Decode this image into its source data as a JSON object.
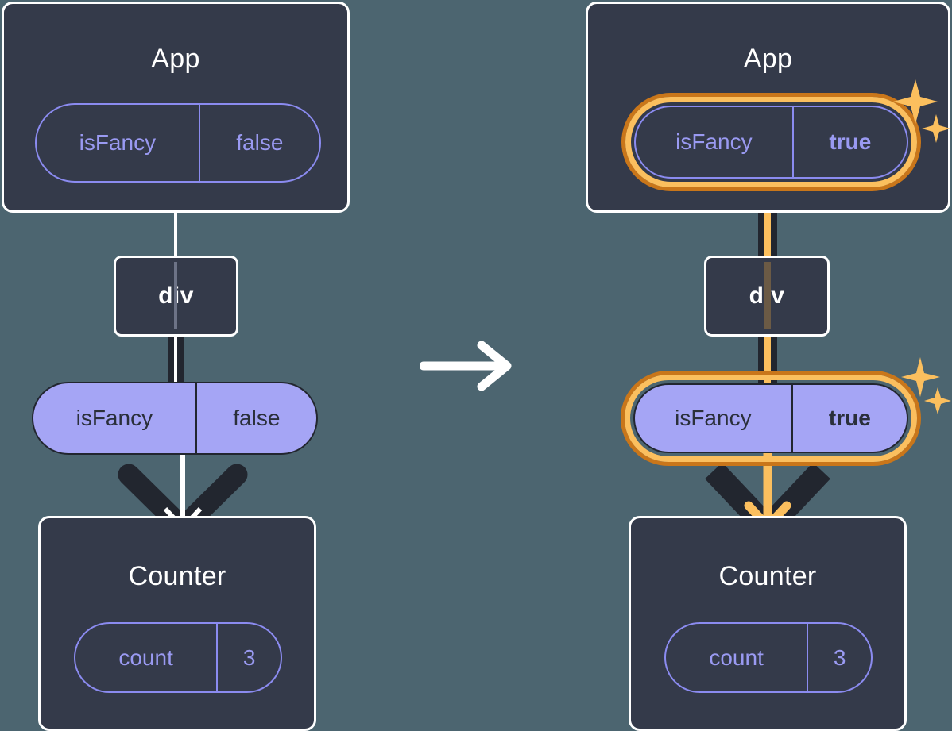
{
  "diagram": {
    "type": "react-state-propagation",
    "title_before": "App",
    "title_after": "App",
    "center_arrow_icon": "arrow-right-icon"
  },
  "colors": {
    "background": "#4c6570",
    "box_fill": "#343a4a",
    "box_border": "#ffffff",
    "pill_outline": "#8b8bf0",
    "pill_outline_text": "#9a9af2",
    "pill_filled": "#a5a5f5",
    "pill_filled_text": "#2a2f3a",
    "highlight_inner": "#fbbf5e",
    "highlight_outer": "#c9761a",
    "arrow_dark": "#22262f",
    "arrow_white": "#ffffff",
    "sparkle": "#fbbf5e"
  },
  "before": {
    "app": {
      "label": "App",
      "state": {
        "key": "isFancy",
        "value": "false",
        "highlighted": false,
        "bold_value": false
      }
    },
    "div": {
      "label": "div"
    },
    "prop": {
      "key": "isFancy",
      "value": "false",
      "highlighted": false,
      "bold_value": false
    },
    "counter": {
      "label": "Counter",
      "state": {
        "key": "count",
        "value": "3",
        "highlighted": false,
        "bold_value": false
      }
    },
    "arrow_color": "white",
    "sparkles": false
  },
  "after": {
    "app": {
      "label": "App",
      "state": {
        "key": "isFancy",
        "value": "true",
        "highlighted": true,
        "bold_value": true
      }
    },
    "div": {
      "label": "div"
    },
    "prop": {
      "key": "isFancy",
      "value": "true",
      "highlighted": true,
      "bold_value": true
    },
    "counter": {
      "label": "Counter",
      "state": {
        "key": "count",
        "value": "3",
        "highlighted": false,
        "bold_value": false
      }
    },
    "arrow_color": "orange",
    "sparkles": true
  }
}
